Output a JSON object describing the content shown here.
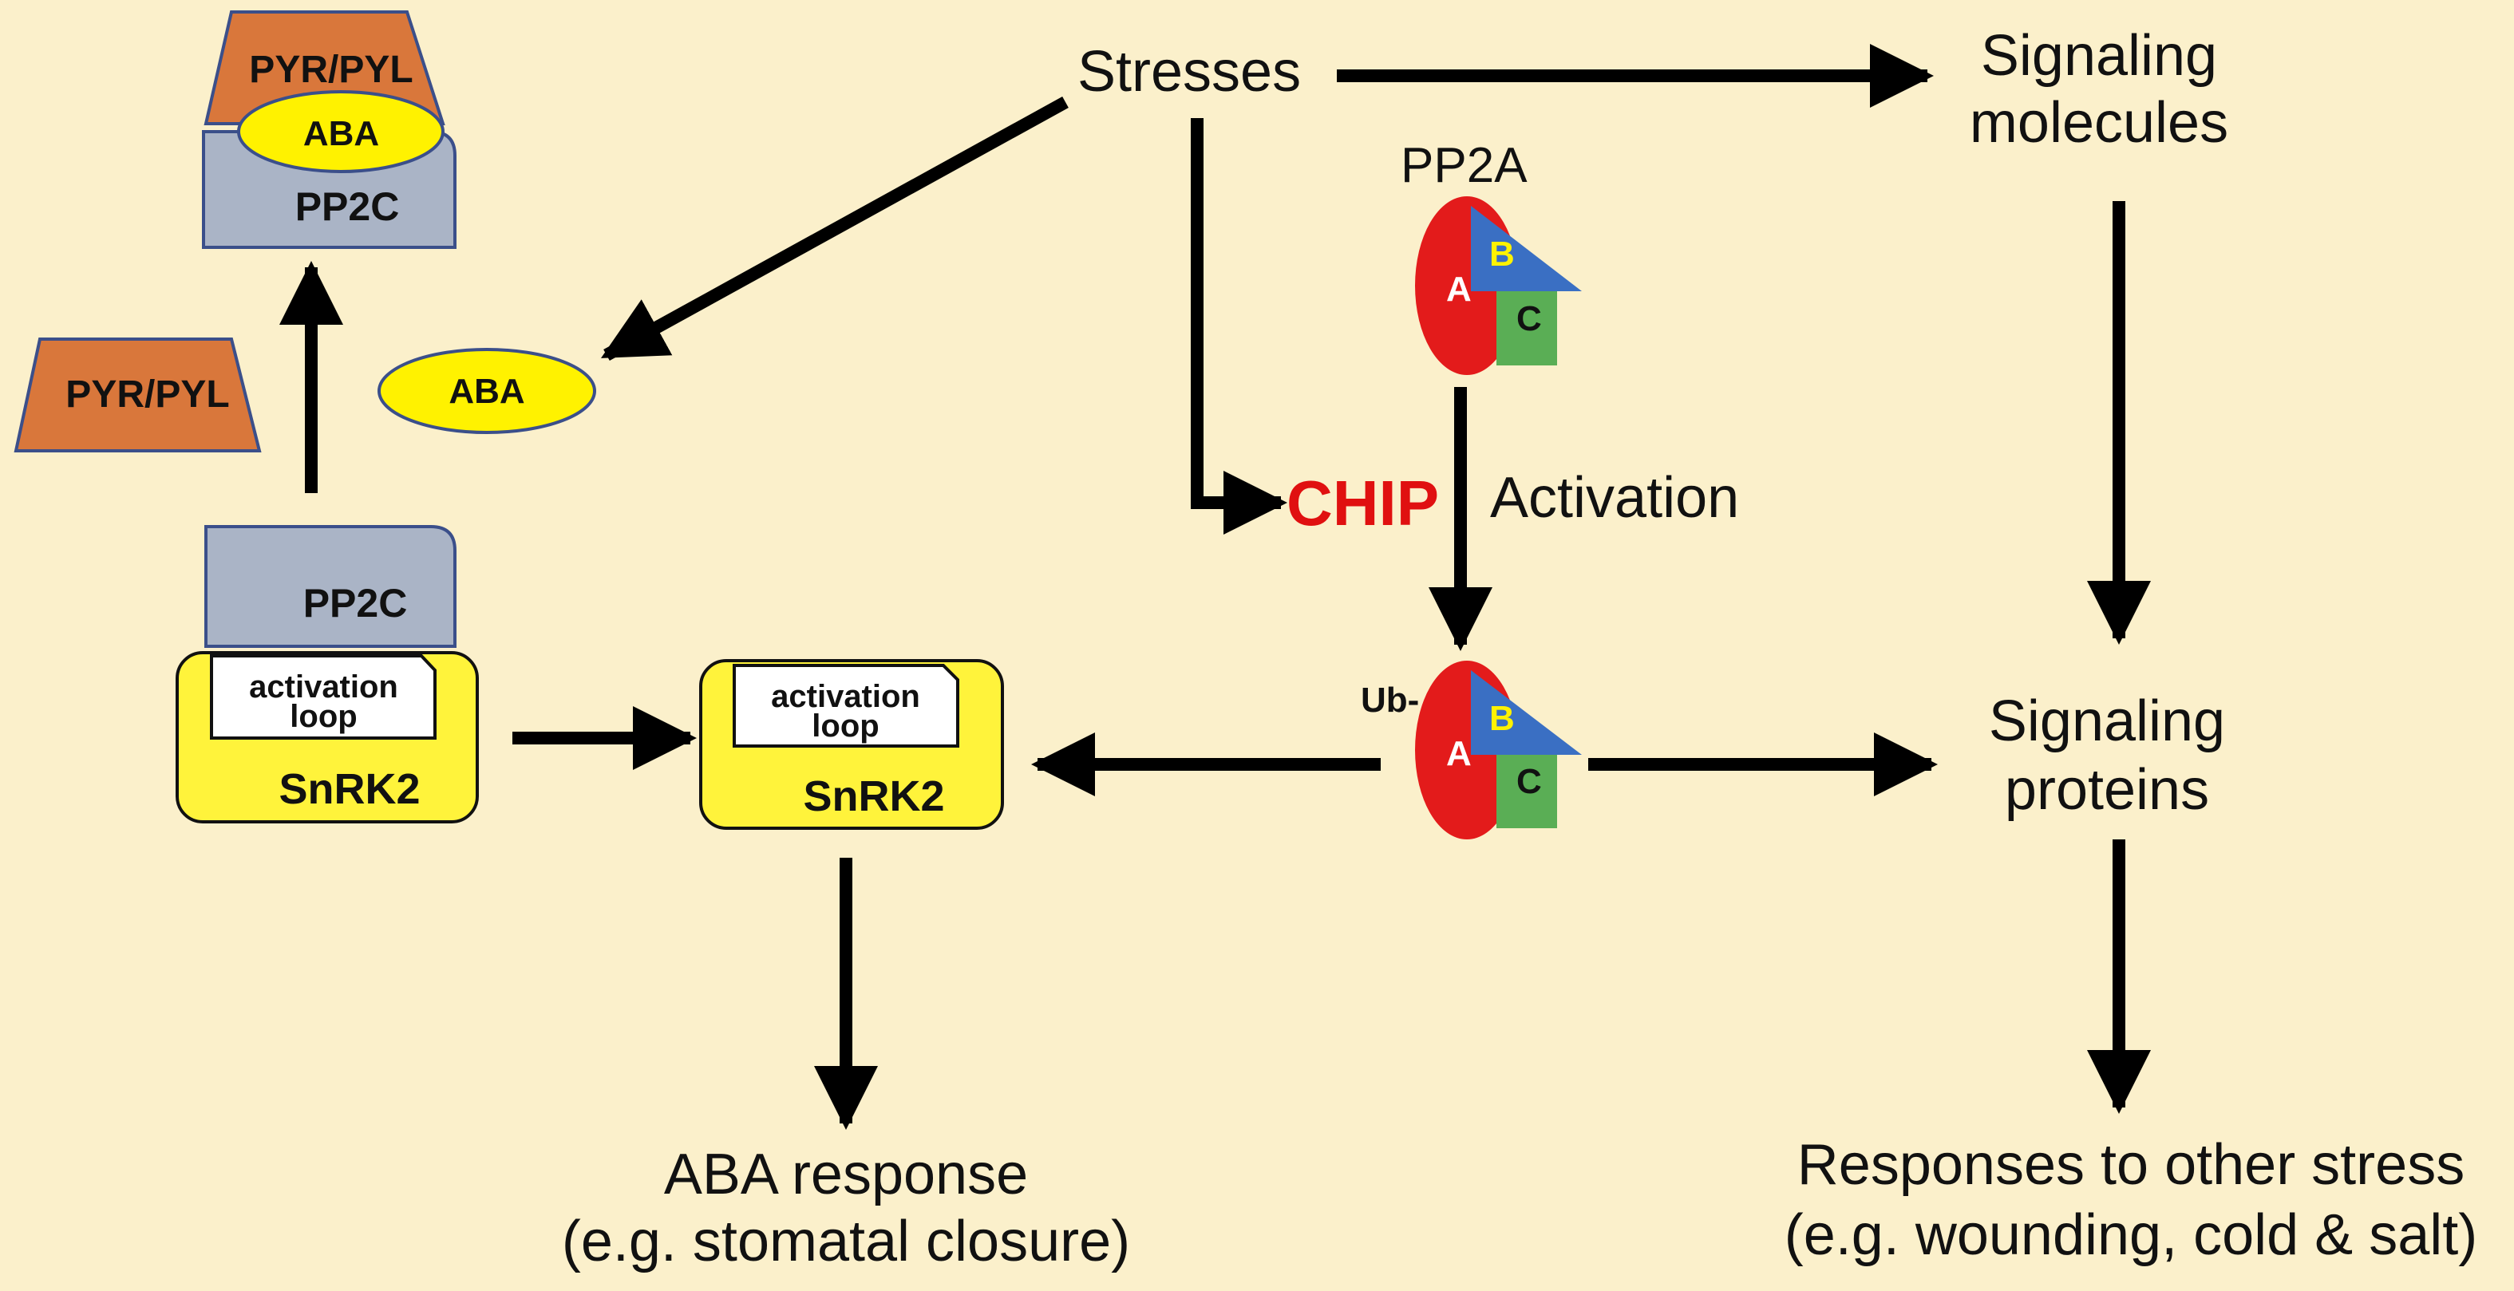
{
  "complex": {
    "pyr_pyl": "PYR/PYL",
    "aba": "ABA",
    "pp2c": "PP2C"
  },
  "free_pyr_pyl": "PYR/PYL",
  "free_aba": "ABA",
  "inactive_snrk2": {
    "pp2c": "PP2C",
    "loop_line1": "activation",
    "loop_line2": "loop",
    "kinase": "SnRK2"
  },
  "active_snrk2": {
    "loop_line1": "activation",
    "loop_line2": "loop",
    "kinase": "SnRK2"
  },
  "stresses": "Stresses",
  "signaling_molecules": {
    "line1": "Signaling",
    "line2": "molecules"
  },
  "pp2a": {
    "title": "PP2A",
    "subunit_a": "A",
    "subunit_b": "B",
    "subunit_c": "C"
  },
  "chip": "CHIP",
  "activation": "Activation",
  "ub_pp2a": {
    "ub": "Ub-",
    "subunit_a": "A",
    "subunit_b": "B",
    "subunit_c": "C"
  },
  "signaling_proteins": {
    "line1": "Signaling",
    "line2": "proteins"
  },
  "aba_response": {
    "line1": "ABA response",
    "line2": "(e.g. stomatal closure)"
  },
  "other_responses": {
    "line1": "Responses to other stress",
    "line2": "(e.g. wounding, cold & salt)"
  },
  "colors": {
    "background": "#fbf0cb",
    "pyr_pyl": "#d9773b",
    "aba": "#fff200",
    "pp2c": "#aab4c6",
    "snrk2": "#fff33b",
    "pp2a_a": "#e31b1b",
    "pp2a_b": "#3a6fc3",
    "pp2a_c": "#5aae55",
    "chip": "#e01010"
  }
}
